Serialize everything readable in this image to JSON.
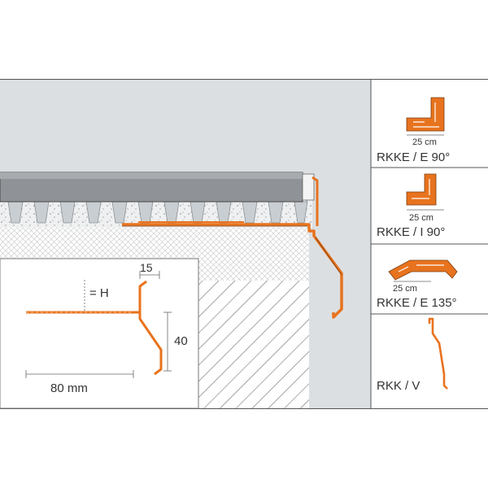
{
  "detail_dimensions": {
    "top_width": "15",
    "height_marker": "= H",
    "profile_height": "40",
    "flange_length": "80 mm"
  },
  "accessories": [
    {
      "dimension": "25 cm",
      "name": "RKKE / E 90°"
    },
    {
      "dimension": "25 cm",
      "name": "RKKE / I 90°"
    },
    {
      "dimension": "25 cm",
      "name": "RKKE / E 135°"
    },
    {
      "dimension": "",
      "name": "RKK / V"
    }
  ],
  "colors": {
    "profile": "#e8731e",
    "wall": "#dcdfe1",
    "panel_border": "#555555"
  }
}
